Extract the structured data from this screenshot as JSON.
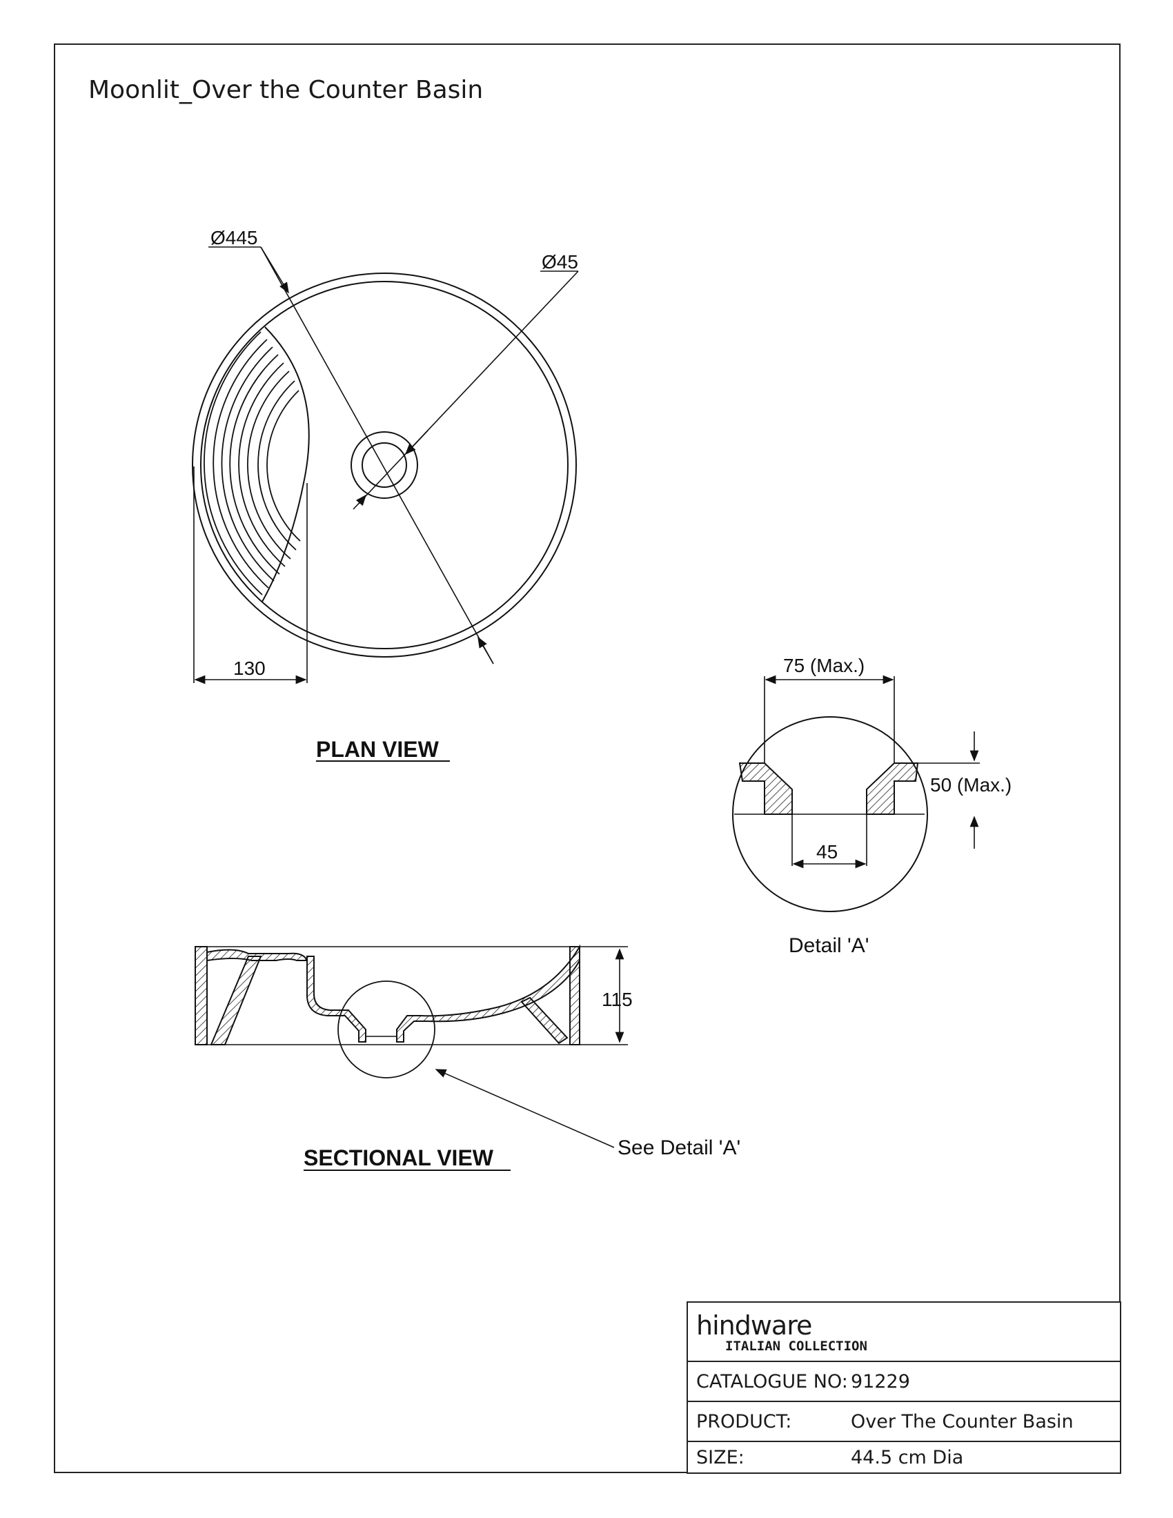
{
  "title": "Moonlit_Over the Counter Basin",
  "plan_view": {
    "label": "PLAN VIEW",
    "outer_diameter": "Ø445",
    "waste_diameter": "Ø45",
    "groove_width": "130"
  },
  "sectional_view": {
    "label": "SECTIONAL VIEW",
    "height": "115",
    "callout": "See Detail 'A'"
  },
  "detail_a": {
    "label": "Detail 'A'",
    "top_width": "75 (Max.)",
    "depth": "50 (Max.)",
    "outlet_width": "45"
  },
  "title_block": {
    "brand": "hindware",
    "brand_sub": "ITALIAN COLLECTION",
    "rows": [
      {
        "label": "CATALOGUE NO:",
        "value": "91229"
      },
      {
        "label": "PRODUCT:",
        "value": "Over The Counter Basin"
      },
      {
        "label": "SIZE:",
        "value": "44.5 cm Dia"
      }
    ]
  }
}
